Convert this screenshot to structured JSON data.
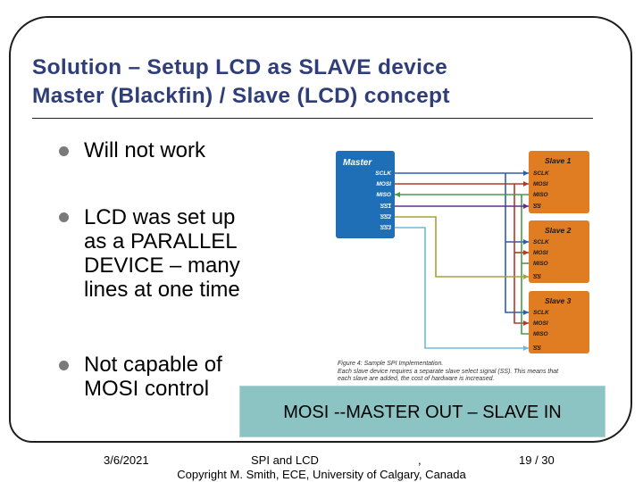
{
  "slide": {
    "title_line1": "Solution – Setup LCD as SLAVE device",
    "title_line2": "Master (Blackfin) / Slave  (LCD) concept"
  },
  "bullets": [
    {
      "lines": [
        "Will not work"
      ]
    },
    {
      "lines": [
        "LCD was set up",
        "as a PARALLEL",
        "DEVICE – many",
        "lines at one time"
      ]
    },
    {
      "lines": [
        "Not capable of",
        "MOSI control"
      ]
    }
  ],
  "diagram": {
    "master": {
      "label": "Master",
      "pins": [
        "SCLK",
        "MOSI",
        "MISO",
        "SS1",
        "SS2",
        "SS3"
      ]
    },
    "slaves": [
      {
        "label": "Slave 1",
        "pins": [
          "SCLK",
          "MOSI",
          "MISO",
          "SS"
        ]
      },
      {
        "label": "Slave 2",
        "pins": [
          "SCLK",
          "MOSI",
          "MISO",
          "SS"
        ]
      },
      {
        "label": "Slave 3",
        "pins": [
          "SCLK",
          "MOSI",
          "MISO",
          "SS"
        ]
      }
    ],
    "caption_line1": "Figure 4: Sample SPI Implementation.",
    "caption_line2": "Each slave device requires a separate slave select signal (SS). This means that",
    "caption_line3": "each slave are added, the cost of hardware is increased.",
    "colors": {
      "master_box": "#1f6fb6",
      "slave_box": "#e07c22",
      "sclk_wire": "#2a5fb0",
      "mosi_wire": "#b23a2a",
      "miso_wire": "#4a9a4a",
      "ss1_wire": "#6b2a8a",
      "ss2_wire": "#a6a23a",
      "ss3_wire": "#70b8dc"
    }
  },
  "callout": {
    "text": "MOSI --MASTER OUT – SLAVE IN"
  },
  "footer": {
    "date": "3/6/2021",
    "topic": "SPI and LCD",
    "separator": ",",
    "copyright": "Copyright M. Smith, ECE, University of Calgary, Canada",
    "page": "19 / 30"
  }
}
